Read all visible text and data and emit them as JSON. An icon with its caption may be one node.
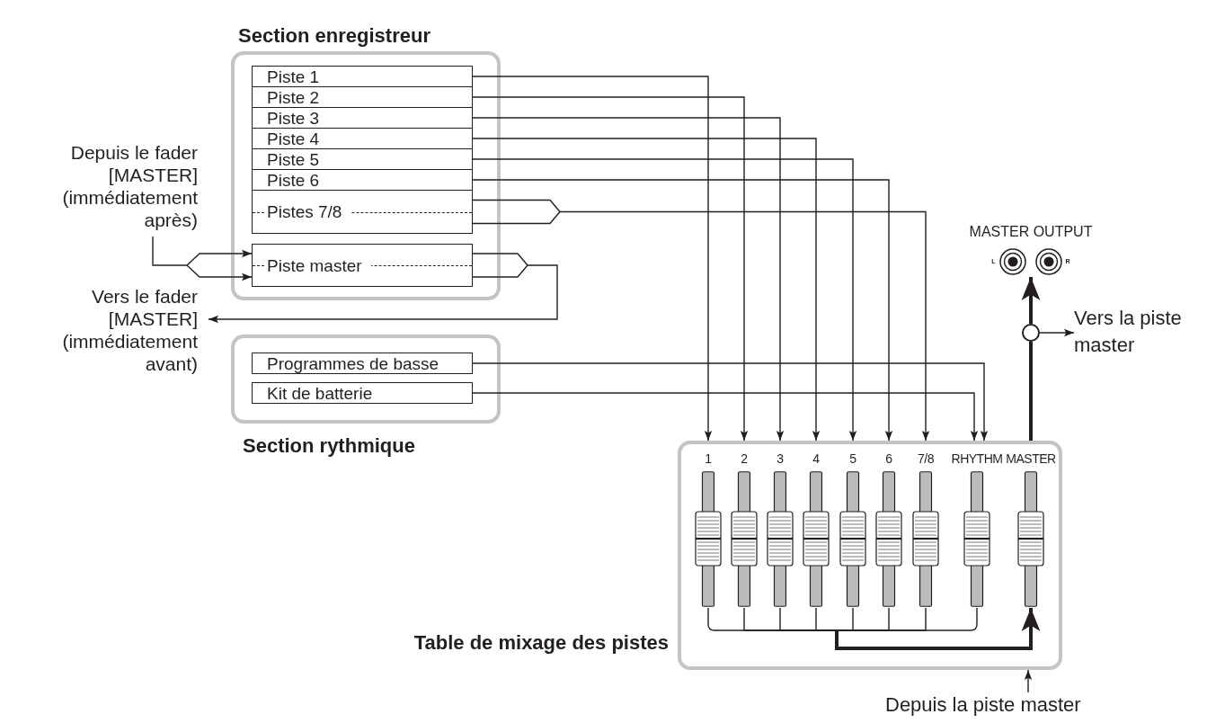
{
  "diagram": {
    "nodes": [
      {
        "text": [
          "Section enregistreur"
        ]
      },
      {
        "text": [
          "Piste 1"
        ],
        "in": 0
      },
      {
        "text": [
          "Piste 2"
        ],
        "in": 0
      },
      {
        "text": [
          "Piste 3"
        ],
        "in": 0
      },
      {
        "text": [
          "Piste 4"
        ],
        "in": 0
      },
      {
        "text": [
          "Piste 5"
        ],
        "in": 0
      },
      {
        "text": [
          "Piste 6"
        ],
        "in": 0
      },
      {
        "text": [
          "Pistes 7/8"
        ],
        "in": 0
      },
      {
        "text": [
          "Piste master"
        ],
        "in": 0
      },
      {
        "text": [
          "Section rythmique"
        ]
      },
      {
        "text": [
          "Programmes de basse"
        ],
        "in": 9
      },
      {
        "text": [
          "Kit de batterie"
        ],
        "in": 9
      },
      {
        "text": [
          "Table de mixage des pistes"
        ]
      },
      {
        "text": [
          "1"
        ],
        "in": 12
      },
      {
        "text": [
          "2"
        ],
        "in": 12
      },
      {
        "text": [
          "3"
        ],
        "in": 12
      },
      {
        "text": [
          "4"
        ],
        "in": 12
      },
      {
        "text": [
          "5"
        ],
        "in": 12
      },
      {
        "text": [
          "6"
        ],
        "in": 12
      },
      {
        "text": [
          "7/8"
        ],
        "in": 12
      },
      {
        "text": [
          "RHYTHM"
        ],
        "in": 12
      },
      {
        "text": [
          "MASTER"
        ],
        "in": 12
      },
      {
        "text": [
          "MASTER OUTPUT",
          "L",
          "R"
        ]
      },
      {
        "text": [
          "Depuis le fader [MASTER] (immédiatement après)"
        ]
      },
      {
        "text": [
          "Vers le fader [MASTER] (immédiatement avant)"
        ]
      },
      {
        "text": [
          "Vers la piste master"
        ]
      },
      {
        "text": [
          "Depuis la piste master"
        ]
      },
      {
        "text": [],
        "shape": "circle"
      }
    ],
    "edges": [
      {
        "from": 1,
        "to": 13,
        "arrow": "to"
      },
      {
        "from": 2,
        "to": 14,
        "arrow": "to"
      },
      {
        "from": 3,
        "to": 15,
        "arrow": "to"
      },
      {
        "from": 4,
        "to": 16,
        "arrow": "to"
      },
      {
        "from": 5,
        "to": 17,
        "arrow": "to"
      },
      {
        "from": 6,
        "to": 18,
        "arrow": "to"
      },
      {
        "from": 7,
        "to": 19,
        "arrow": "to"
      },
      {
        "from": 10,
        "to": 20,
        "arrow": "to"
      },
      {
        "from": 11,
        "to": 20,
        "arrow": "to"
      },
      {
        "from": 23,
        "to": 8,
        "arrow": "to"
      },
      {
        "from": 8,
        "to": 24,
        "arrow": "to"
      },
      {
        "from": 13,
        "to": 21,
        "arrow": "to",
        "style": "thick"
      },
      {
        "from": 14,
        "to": 21,
        "arrow": "to",
        "style": "thick"
      },
      {
        "from": 15,
        "to": 21,
        "arrow": "to",
        "style": "thick"
      },
      {
        "from": 16,
        "to": 21,
        "arrow": "to",
        "style": "thick"
      },
      {
        "from": 17,
        "to": 21,
        "arrow": "to",
        "style": "thick"
      },
      {
        "from": 18,
        "to": 21,
        "arrow": "to",
        "style": "thick"
      },
      {
        "from": 19,
        "to": 21,
        "arrow": "to",
        "style": "thick"
      },
      {
        "from": 20,
        "to": 21,
        "arrow": "to",
        "style": "thick"
      },
      {
        "from": 21,
        "to": 27,
        "arrow": "none",
        "style": "thick"
      },
      {
        "from": 27,
        "to": 22,
        "arrow": "to",
        "style": "thick"
      },
      {
        "from": 27,
        "to": 25,
        "arrow": "to"
      },
      {
        "from": 26,
        "to": 12,
        "arrow": "to"
      }
    ]
  }
}
